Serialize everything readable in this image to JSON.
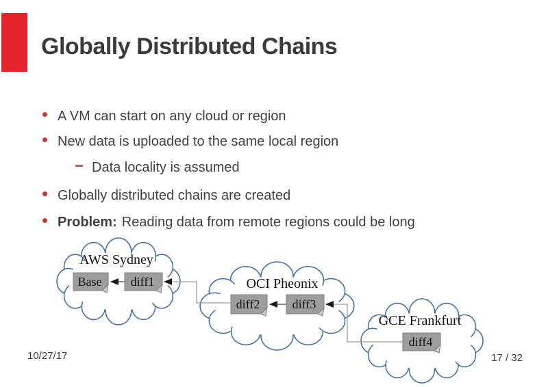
{
  "slide": {
    "title": "Globally Distributed Chains",
    "date": "10/27/17",
    "page": "17 / 32"
  },
  "bullets": {
    "b1": "A VM can start on any cloud or region",
    "b2": "New data is uploaded to the same local region",
    "b2_sub": "Data locality is assumed",
    "b3": "Globally distributed chains are created",
    "b4_label": "Problem:",
    "b4_text": "Reading data from remote regions could be long"
  },
  "diagram": {
    "clouds": {
      "aws": {
        "label": "AWS Sydney"
      },
      "oci": {
        "label": "OCI Pheonix"
      },
      "gce": {
        "label": "GCE Frankfurt"
      }
    },
    "nodes": {
      "base": "Base",
      "diff1": "diff1",
      "diff2": "diff2",
      "diff3": "diff3",
      "diff4": "diff4"
    },
    "edges": [
      {
        "from": "diff1",
        "to": "Base"
      },
      {
        "from": "diff2",
        "to": "diff1"
      },
      {
        "from": "diff3",
        "to": "diff2"
      },
      {
        "from": "diff4",
        "to": "diff3"
      }
    ]
  },
  "colors": {
    "accent_red": "#e5242c",
    "bullet_red": "#c13b33",
    "sub_dash_red": "#d05a52",
    "cloud_blue": "#3a6ba6",
    "box_gray": "#9e9e9e",
    "box_border": "#7f7f7f",
    "box_fold": "#c9c9c9",
    "connector_gray": "#9a9a9a",
    "arrow_black": "#1a1a1a"
  }
}
